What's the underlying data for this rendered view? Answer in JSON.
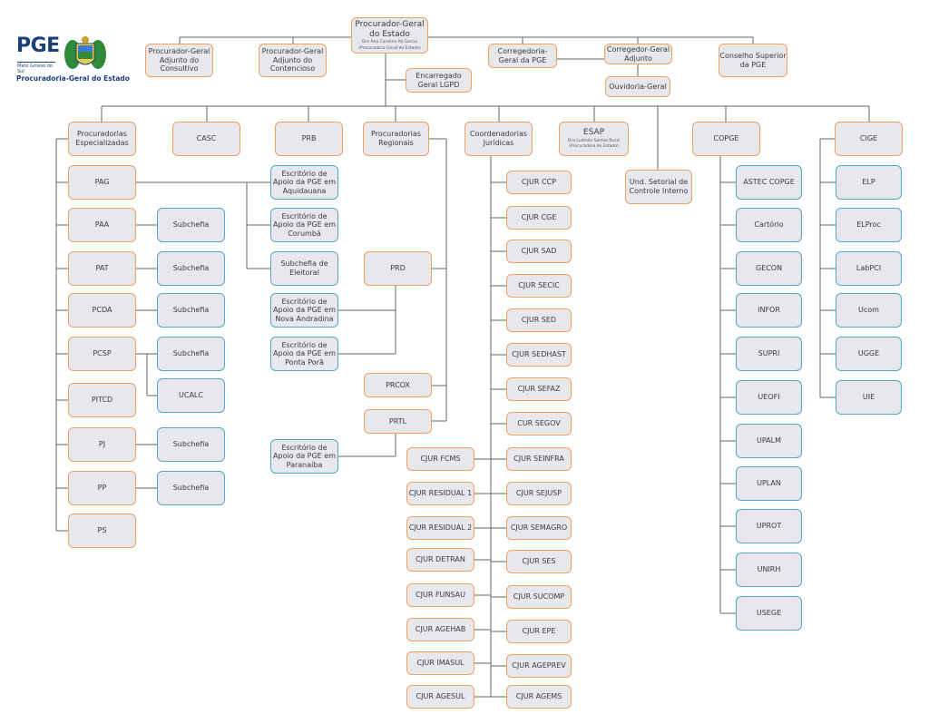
{
  "logo": {
    "brand": "PGE",
    "state": "Mato Grosso do Sul",
    "name": "Procuradoria-Geral do Estado"
  },
  "top": {
    "procurador_geral": "Procurador-Geral do Estado",
    "procurador_geral_name": "Dra Ana Carolina Ali Garcia",
    "procurador_geral_role": "(Procuradora-Geral do Estado)",
    "adj_consultivo": "Procurador-Geral Adjunto do Consultivo",
    "adj_contencioso": "Procurador-Geral Adjunto do Contencioso",
    "corregedoria": "Corregedoria-Geral da PGE",
    "corregedor_adj": "Corregedor-Geral Adjunto",
    "ouvidoria": "Ouvidoria-Geral",
    "conselho": "Conselho Superior da PGE",
    "lgpd": "Encarregado Geral LGPD"
  },
  "level2": {
    "especializadas": "Procuradorias Especializadas",
    "casc": "CASC",
    "prb": "PRB",
    "regionais": "Procuradorias Regionais",
    "coordenadorias": "Coordenadorias Jurídicas",
    "esap": "ESAP",
    "esap_name": "Dra Ludmila Santos Russi",
    "esap_role": "(Procuradora do Estado)",
    "und_setorial": "Und. Setorial de Controle Interno",
    "copge": "COPGE",
    "cige": "CIGE"
  },
  "especializadas": {
    "pag": "PAG",
    "paa": "PAA",
    "pat": "PAT",
    "pcda": "PCDA",
    "pcsp": "PCSP",
    "pitcd": "PITCD",
    "pj": "PJ",
    "pp": "PP",
    "ps": "PS",
    "subchefia": "Subchefia",
    "ucalc": "UCALC"
  },
  "escritorios": {
    "aquidauana": "Escritório de Apoio da PGE em Aquidauana",
    "corumba": "Escritório de Apoio da PGE em Corumbá",
    "eleitoral": "Subchefia de Eleitoral",
    "nova_andradina": "Escritório de Apoio da PGE em Nova Andradina",
    "ponta_pora": "Escritório de Apoio da PGE em Ponta Porã",
    "paranaiba": "Escritório de Apoio da PGE em Paranaíba"
  },
  "regionais": {
    "prd": "PRD",
    "prcox": "PRCOX",
    "prtl": "PRTL"
  },
  "cjur_right": [
    "CJUR CCP",
    "CJUR CGE",
    "CJUR SAD",
    "CJUR SECIC",
    "CJUR SED",
    "CJUR SEDHAST",
    "CJUR SEFAZ",
    "CUR SEGOV",
    "CJUR SEINFRA",
    "CJUR SEJUSP",
    "CJUR SEMAGRO",
    "CJUR SES",
    "CJUR SUCOMP",
    "CJUR EPE",
    "CJUR AGEPREV",
    "CJUR AGEMS"
  ],
  "cjur_left": [
    "CJUR FCMS",
    "CJUR RESIDUAL 1",
    "CJUR RESIDUAL 2",
    "CJUR DETRAN",
    "CJUR FUNSAU",
    "CJUR AGEHAB",
    "CJUR IMASUL",
    "CJUR AGESUL"
  ],
  "copge_items": [
    "ASTEC COPGE",
    "Cartório",
    "GECON",
    "INFOR",
    "SUPRI",
    "UEOFI",
    "UPALM",
    "UPLAN",
    "UPROT",
    "UNIRH",
    "USEGE"
  ],
  "cige_items": [
    "ELP",
    "ELProc",
    "LabPCI",
    "Ucom",
    "UGGE",
    "UIE"
  ]
}
